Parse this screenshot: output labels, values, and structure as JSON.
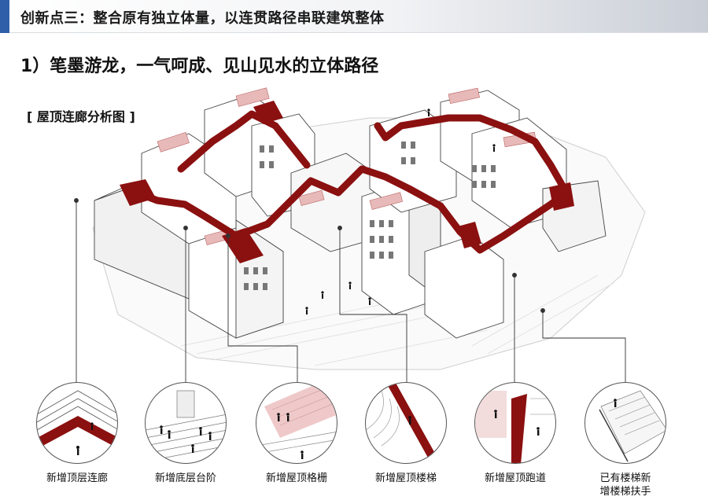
{
  "header": {
    "title": "创新点三：整合原有独立体量，以连贯路径串联建筑整体"
  },
  "section": {
    "subtitle": "1）笔墨游龙，一气呵成、见山见水的立体路径",
    "diagram_label": "[ 屋顶连廊分析图 ]"
  },
  "colors": {
    "accent_blue": "#2f5fa8",
    "corridor_red": "#8b1010",
    "pale_red": "#e8b9b9",
    "line_gray": "#555555"
  },
  "details": [
    {
      "caption": "新增顶层连廊"
    },
    {
      "caption": "新增底层台阶"
    },
    {
      "caption": "新增屋顶格栅"
    },
    {
      "caption": "新增屋顶楼梯"
    },
    {
      "caption": "新增屋顶跑道"
    },
    {
      "caption": "已有楼梯新\n增楼梯扶手"
    }
  ]
}
